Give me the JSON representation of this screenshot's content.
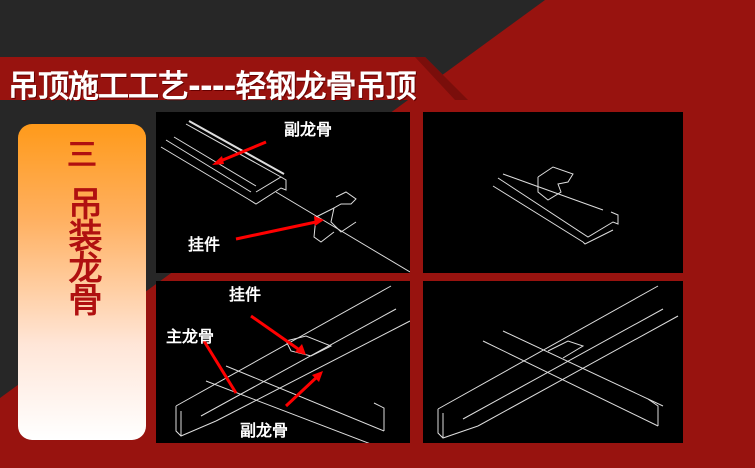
{
  "slide": {
    "title": "吊顶施工工艺----轻钢龙骨吊顶",
    "colors": {
      "background": "#272727",
      "accent": "#98130f",
      "card_text": "#b01010"
    }
  },
  "card": {
    "number": "三",
    "label": "吊装龙骨"
  },
  "panels": [
    {
      "labels": {
        "secondary_keel": "副龙骨",
        "hanger": "挂件"
      }
    },
    {
      "labels": {}
    },
    {
      "labels": {
        "hanger": "挂件",
        "main_keel": "主龙骨",
        "secondary_keel": "副龙骨"
      }
    },
    {
      "labels": {}
    }
  ]
}
